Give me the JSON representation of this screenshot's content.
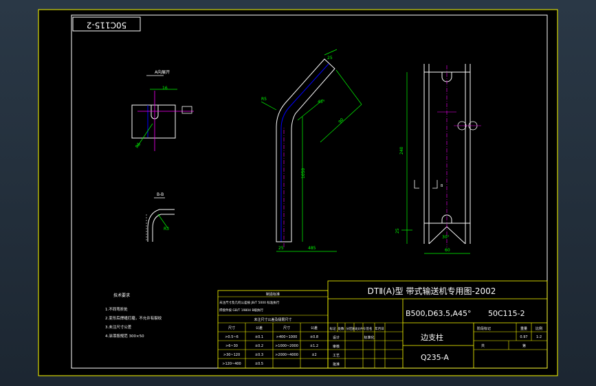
{
  "sheet": {
    "drawing_number_box": "50C115-2"
  },
  "views": {
    "section_a_label": "A向展开",
    "section_b_label": "B-B",
    "dims": {
      "d_16": "16",
      "d_r5": "R5",
      "d_25": "25",
      "d_45": "45°",
      "d_90": "90",
      "d_1050": "1050",
      "d_485": "485",
      "d_240": "240",
      "d_60": "60",
      "d_30": "30°",
      "d_b": "B",
      "d_r3": "R3"
    }
  },
  "notes": {
    "title": "技术要求",
    "lines": [
      "1.不同弯折处",
      "2.变形后焊缝打磨，不允许有裂纹",
      "3.未注尺寸公差",
      "4.涂漆按规范 300×50"
    ]
  },
  "tolerance_table": {
    "header": "制造标准",
    "line1": "未注尺寸及几何公差按 JB/T 5000 标准执行",
    "line2": "焊接件按 GB/T 19804 B级执行",
    "subheader": "未注尺寸公差及极限尺寸",
    "columns": [
      "尺寸",
      "公差",
      "尺寸",
      "公差"
    ],
    "rows": [
      [
        ">0.5~6",
        "±0.1",
        ">400~1000",
        "±0.8"
      ],
      [
        ">6~30",
        "±0.2",
        ">1000~2000",
        "±1.2"
      ],
      [
        ">30~120",
        "±0.3",
        ">2000~4000",
        "±2"
      ],
      [
        ">120~400",
        "±0.5",
        "",
        ""
      ]
    ]
  },
  "title_block": {
    "main_title": "DTⅡ(A)型 带式输送机专用图-2002",
    "spec": "B500,D63.5,A45°",
    "drawing_no": "50C115-2",
    "part_name": "边支柱",
    "material": "Q235-A",
    "sign_cols": [
      "标记",
      "处数",
      "分区",
      "更改文件号",
      "签名",
      "年月日"
    ],
    "sign_rows": [
      "设计",
      "审核",
      "工艺",
      "批准"
    ],
    "std_label": "标准化",
    "stage_label": "阶段标记",
    "weight_label": "重量",
    "scale_label": "比例",
    "weight": "0.97",
    "scale": "1:2",
    "sheet_total": "共",
    "sheet_no": "第"
  }
}
